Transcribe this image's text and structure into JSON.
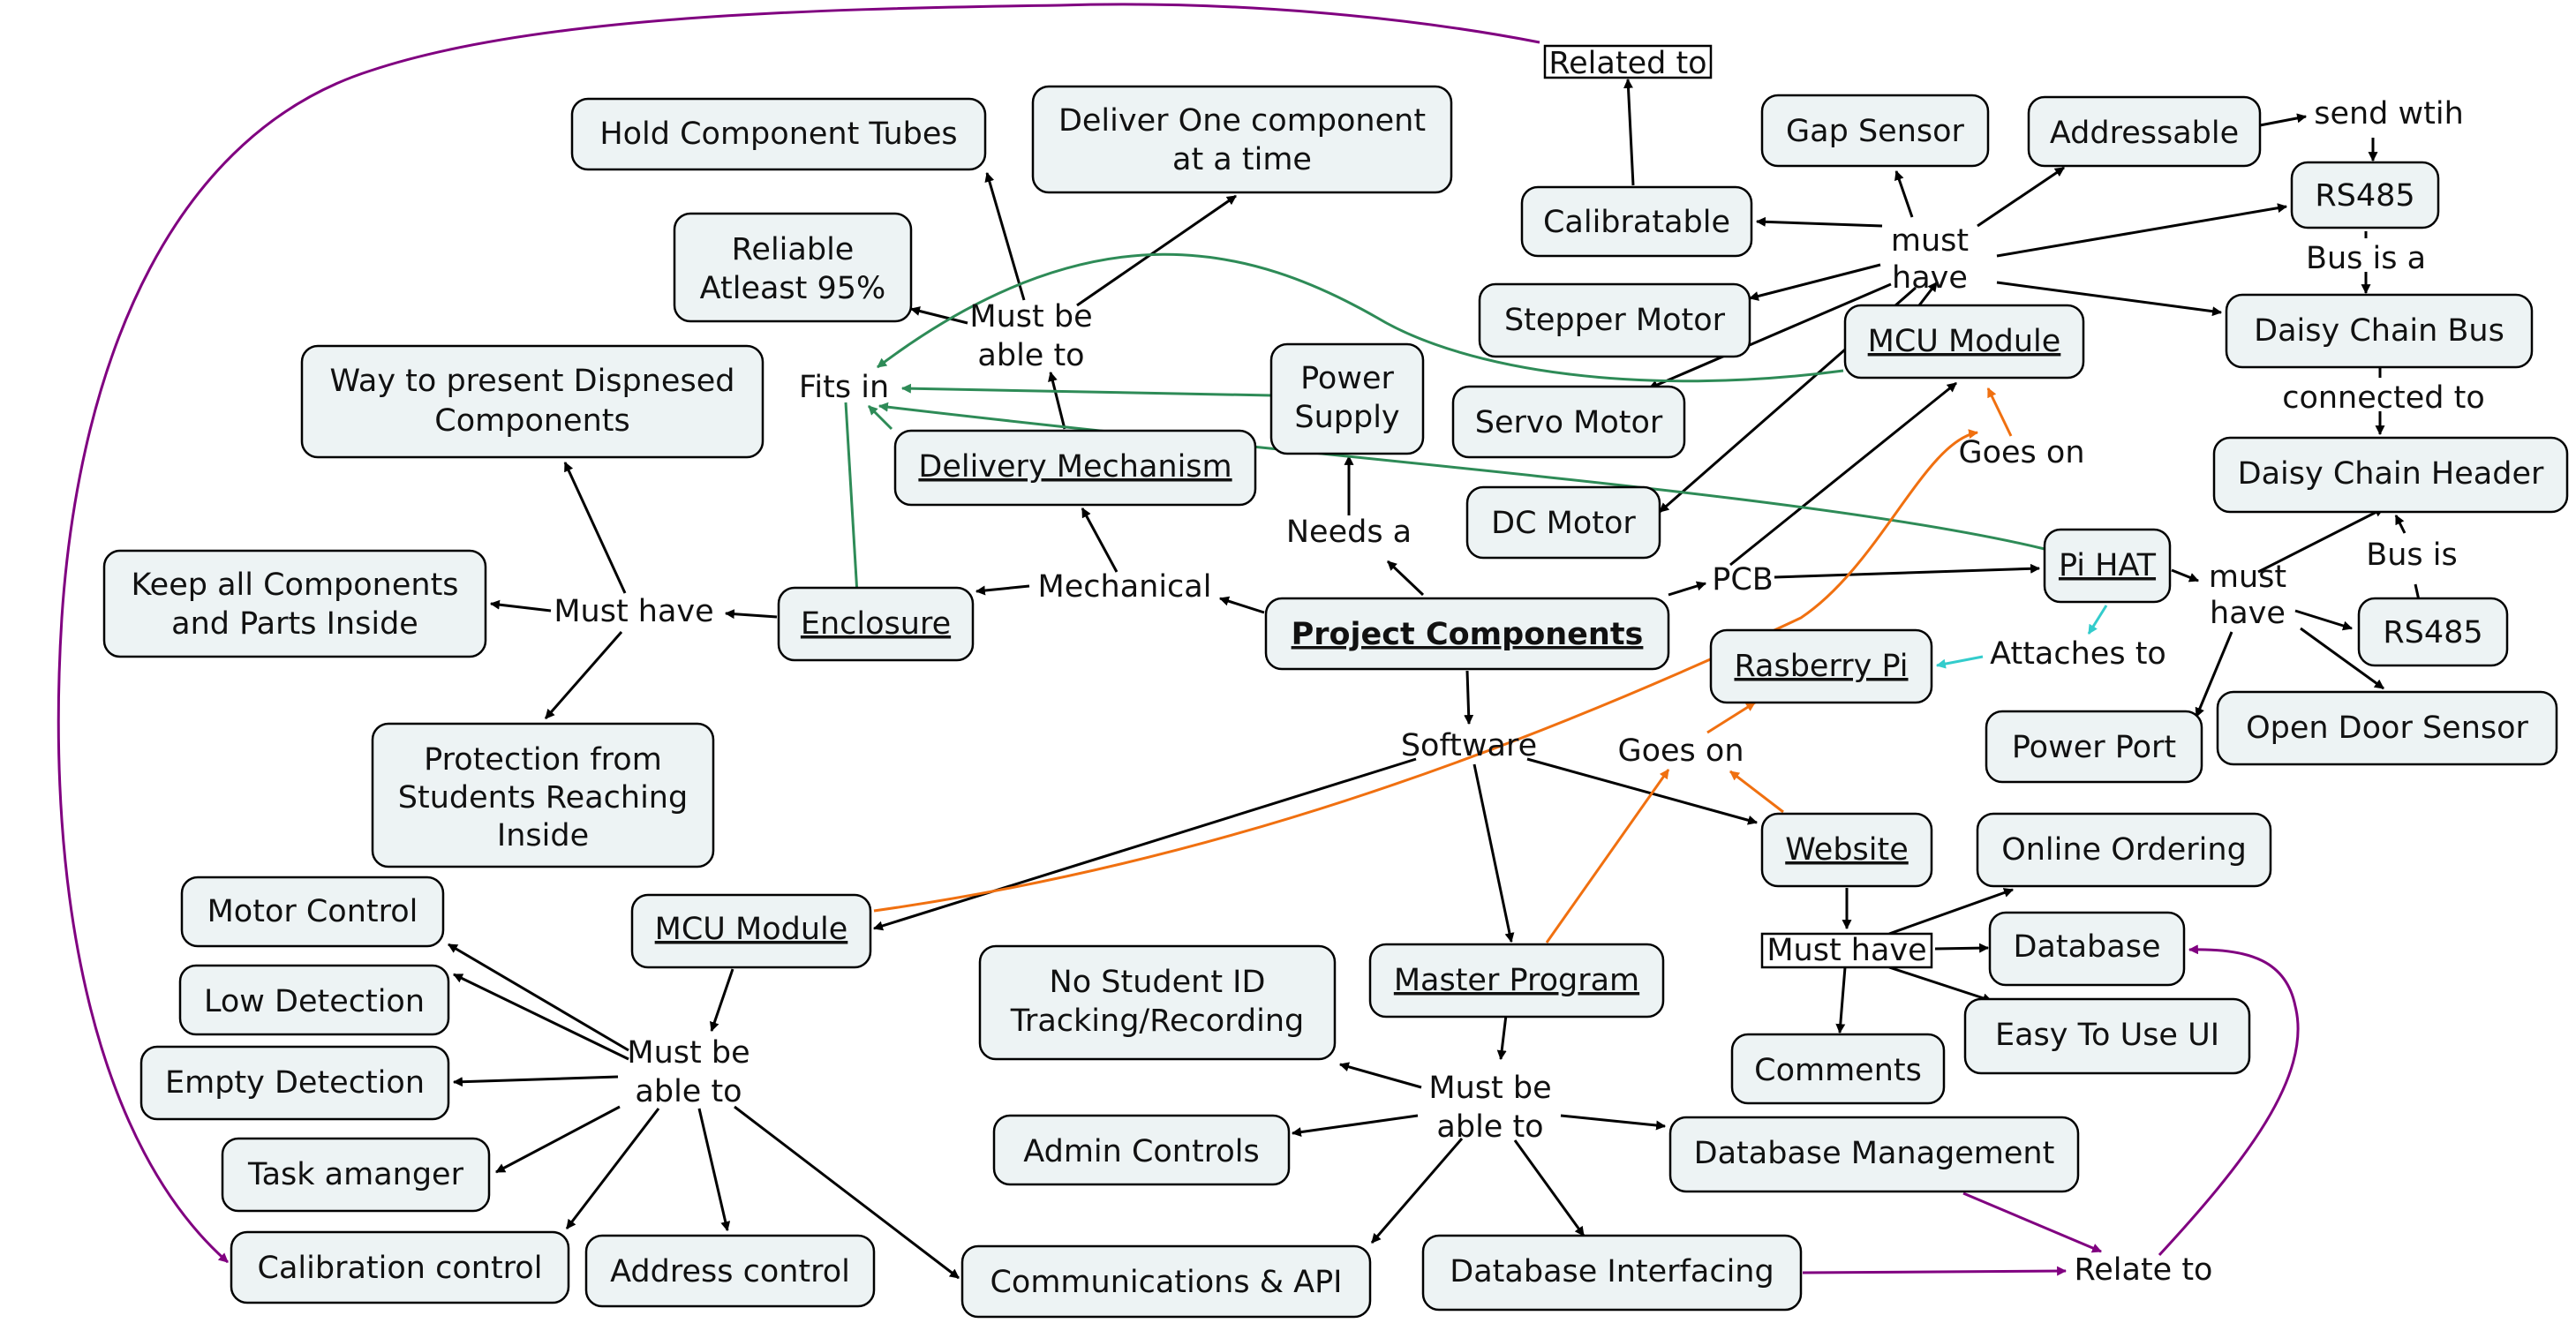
{
  "colors": {
    "node_fill": "#edf3f4",
    "black": "#000000",
    "green": "#2e8b57",
    "orange": "#f07010",
    "purple": "#800080",
    "cyan": "#33cccc"
  },
  "nodes": {
    "project_components": "Project Components",
    "mechanical": "Mechanical",
    "needs_a": "Needs a",
    "pcb": "PCB",
    "software": "Software",
    "enclosure": "Enclosure",
    "delivery_mechanism": "Delivery Mechanism",
    "power_supply": [
      "Power",
      "Supply"
    ],
    "fits_in": "Fits in",
    "must_be_able_to_mech": [
      "Must be",
      "able to"
    ],
    "hold_component_tubes": "Hold Component Tubes",
    "deliver_one_component": [
      "Deliver One component",
      "at a time"
    ],
    "reliable": [
      "Reliable",
      "Atleast 95%"
    ],
    "must_have_enclosure": "Must have",
    "way_to_present": [
      "Way to present Dispnesed",
      "Components"
    ],
    "keep_all_components": [
      "Keep all Components",
      "and Parts Inside"
    ],
    "protection_from_students": [
      "Protection from",
      "Students Reaching",
      "Inside"
    ],
    "related_to": "Related to",
    "gap_sensor": "Gap Sensor",
    "addressable": "Addressable",
    "send_wtih": "send wtih",
    "rs485_top": "RS485",
    "calibratable": "Calibratable",
    "must_have_mcu": [
      "must",
      "have"
    ],
    "bus_is_a": "Bus is a",
    "stepper_motor": "Stepper Motor",
    "mcu_module_hw": "MCU Module",
    "daisy_chain_bus": "Daisy Chain Bus",
    "servo_motor": "Servo Motor",
    "connected_to": "connected to",
    "goes_on_top": "Goes on",
    "daisy_chain_header": "Daisy Chain Header",
    "dc_motor": "DC Motor",
    "pi_hat": "Pi HAT",
    "must_have_hat": [
      "must",
      "have"
    ],
    "bus_is": "Bus is",
    "rs485_mid": "RS485",
    "attaches_to": "Attaches to",
    "rasberry_pi": "Rasberry Pi",
    "open_door_sensor": "Open Door Sensor",
    "power_port": "Power Port",
    "goes_on_mid": "Goes on",
    "website": "Website",
    "online_ordering": "Online Ordering",
    "must_have_web": "Must have",
    "database": "Database",
    "easy_to_use_ui": "Easy To Use UI",
    "comments": "Comments",
    "mcu_module_sw": "MCU Module",
    "master_program": "Master Program",
    "must_be_able_to_mcu": [
      "Must be",
      "able to"
    ],
    "must_be_able_to_master": [
      "Must be",
      "able to"
    ],
    "motor_control": "Motor Control",
    "low_detection": "Low Detection",
    "empty_detection": "Empty Detection",
    "task_amanger": "Task amanger",
    "calibration_control": "Calibration control",
    "address_control": "Address control",
    "communications_api": "Communications & API",
    "no_student_id": [
      "No Student ID",
      "Tracking/Recording"
    ],
    "admin_controls": "Admin Controls",
    "database_management": "Database Management",
    "database_interfacing": "Database Interfacing",
    "relate_to": "Relate to"
  }
}
